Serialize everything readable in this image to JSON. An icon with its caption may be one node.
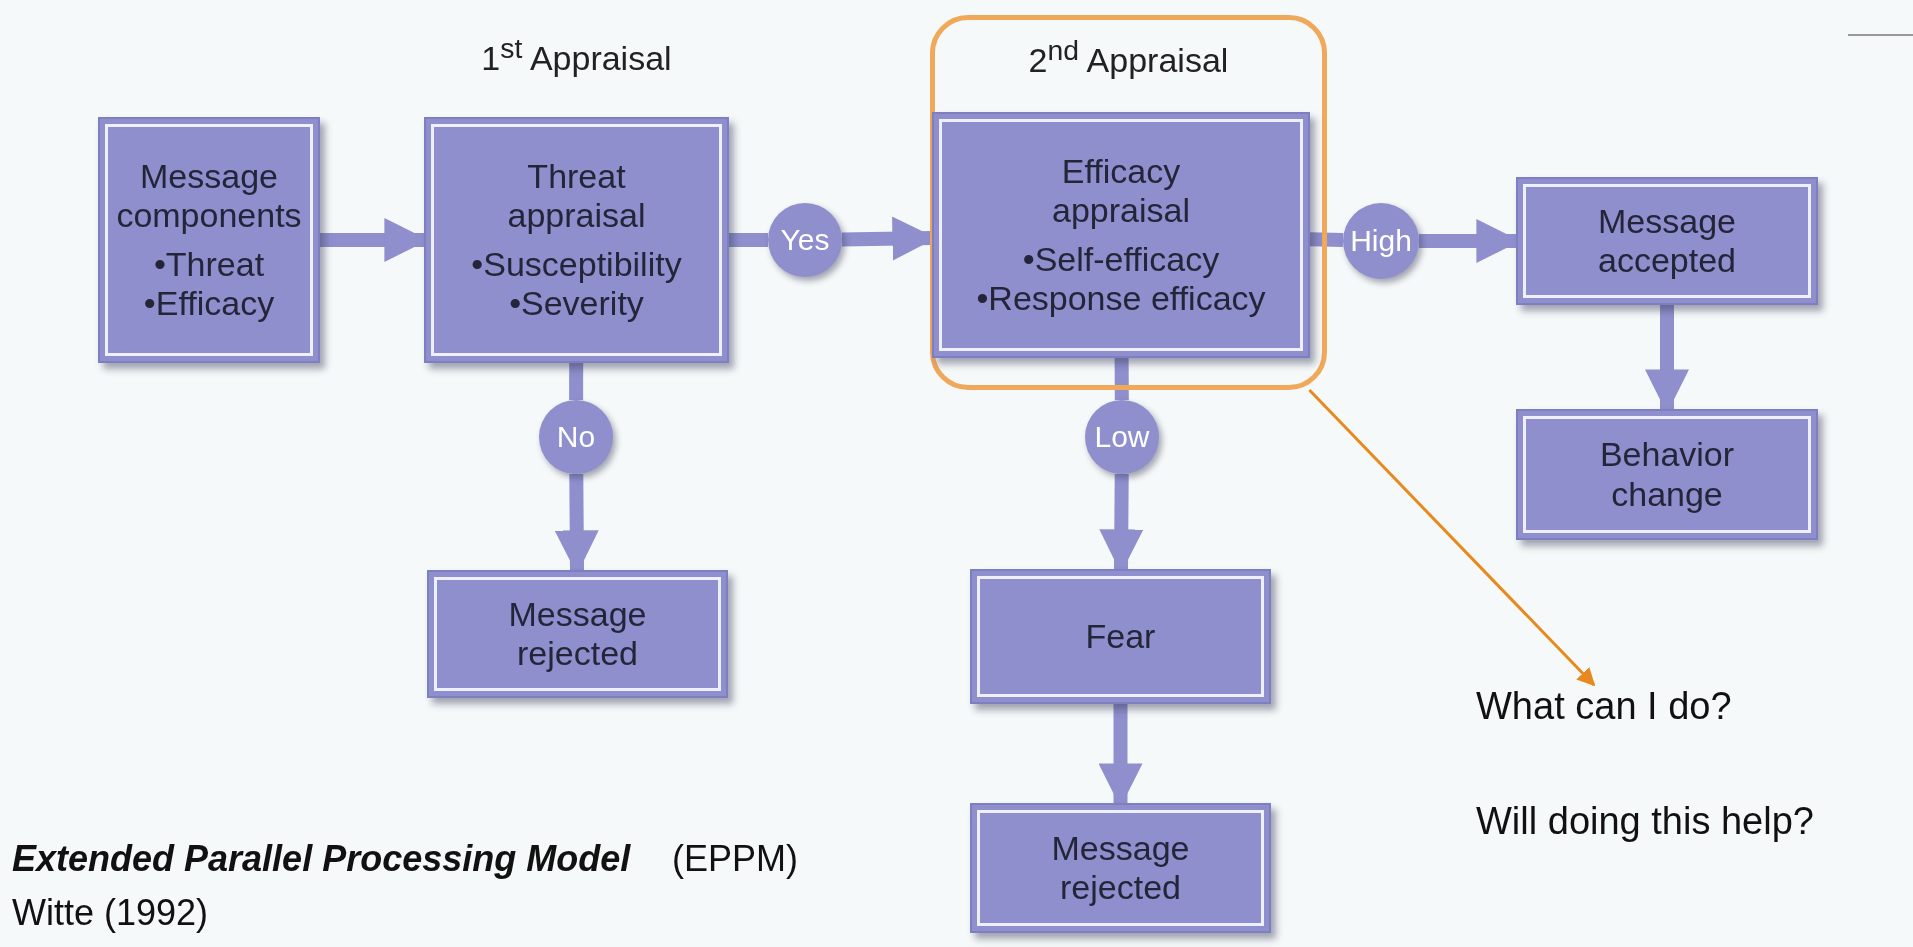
{
  "diagram": {
    "nodes": [
      {
        "text": [
          "Message components",
          "•Threat",
          "•Efficacy"
        ]
      },
      {
        "text": [
          "1$^{st}$ Appraisal",
          "Threat appraisal",
          "•Susceptibility",
          "•Severity"
        ]
      },
      {
        "text": [
          "Yes"
        ]
      },
      {
        "text": [
          "2$^{nd}$ Appraisal"
        ]
      },
      {
        "text": [
          "Efficacy appraisal",
          "•Self-efficacy",
          "•Response efficacy"
        ],
        "in": 3
      },
      {
        "text": [
          "High"
        ]
      },
      {
        "text": [
          "Message accepted"
        ]
      },
      {
        "text": [
          "Behavior change"
        ]
      },
      {
        "text": [
          "No"
        ]
      },
      {
        "text": [
          "Message rejected"
        ]
      },
      {
        "text": [
          "Low"
        ]
      },
      {
        "text": [
          "Fear"
        ]
      },
      {
        "text": [
          "Message rejected"
        ]
      },
      {
        "text": [
          "What can I do?",
          "Will doing this help?"
        ]
      }
    ],
    "edges": [
      {
        "from": 0,
        "to": 1,
        "arrow": "to"
      },
      {
        "from": 1,
        "to": 2,
        "arrow": "none"
      },
      {
        "from": 2,
        "to": 4,
        "arrow": "to"
      },
      {
        "from": 4,
        "to": 5,
        "arrow": "none"
      },
      {
        "from": 5,
        "to": 6,
        "arrow": "to"
      },
      {
        "from": 6,
        "to": 7,
        "arrow": "to"
      },
      {
        "from": 1,
        "to": 8,
        "arrow": "none"
      },
      {
        "from": 8,
        "to": 9,
        "arrow": "to"
      },
      {
        "from": 4,
        "to": 10,
        "arrow": "none"
      },
      {
        "from": 10,
        "to": 11,
        "arrow": "to"
      },
      {
        "from": 11,
        "to": 12,
        "arrow": "to"
      },
      {
        "from": 3,
        "to": 13,
        "arrow": "to",
        "color": "#e8891e"
      }
    ],
    "labels": [
      "Extended Parallel Processing Model",
      "(EPPM)",
      "Witte (1992)"
    ]
  }
}
